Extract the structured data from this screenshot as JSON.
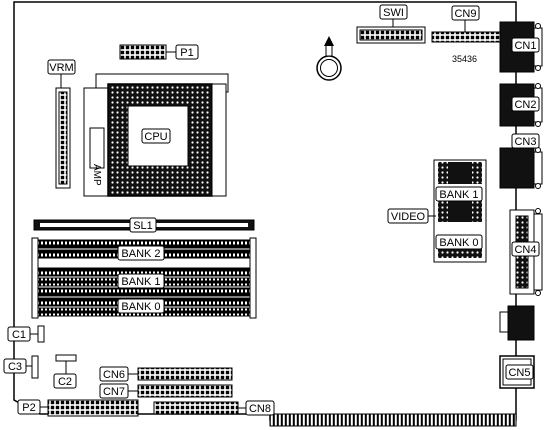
{
  "labels": {
    "swi": "SWI",
    "cn9": "CN9",
    "cn1": "CN1",
    "cn2": "CN2",
    "cn3": "CN3",
    "cn4": "CN4",
    "cn5": "CN5",
    "p1": "P1",
    "vrm": "VRM",
    "cpu": "CPU",
    "amp": "AMP",
    "part_number": "35436",
    "sl1": "SL1",
    "bank2_mem": "BANK 2",
    "bank1_mem": "BANK 1",
    "bank0_mem": "BANK 0",
    "bank1_video": "BANK 1",
    "bank0_video": "BANK 0",
    "video": "VIDEO",
    "c1": "C1",
    "c2": "C2",
    "c3": "C3",
    "cn6": "CN6",
    "cn7": "CN7",
    "cn8": "CN8",
    "p2": "P2"
  }
}
